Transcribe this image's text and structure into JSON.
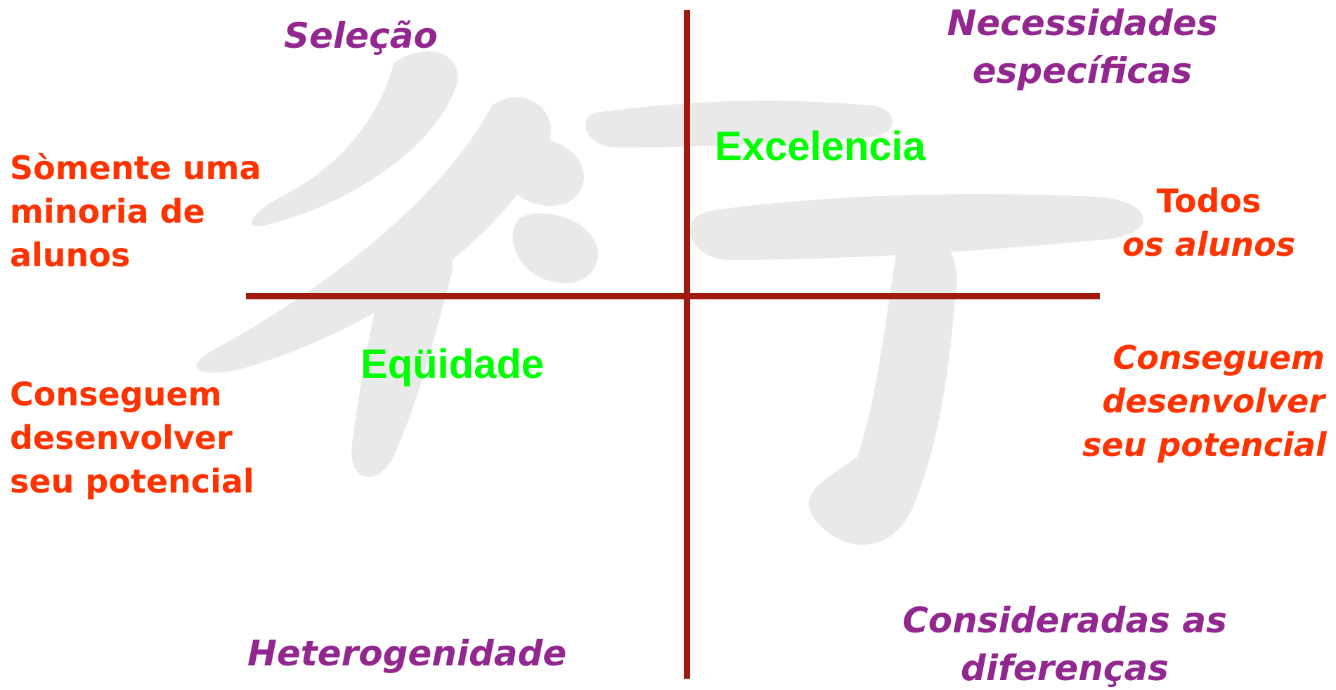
{
  "quadrant": {
    "top_left_label": "Seleção",
    "top_right_label": [
      "Necessidades",
      "específicas"
    ],
    "bottom_left_label": "Heterogenidade",
    "bottom_right_label": [
      "Consideradas as",
      "diferenças"
    ],
    "top_axis_label": "Excelencia",
    "left_axis_label": "Eqüidade",
    "left_top_text": [
      "Sòmente uma",
      "minoria de",
      "alunos"
    ],
    "left_bottom_text": [
      "Conseguem",
      "desenvolver",
      "seu potencial"
    ],
    "right_top_text": [
      "Todos",
      "os alunos"
    ],
    "right_bottom_text": [
      "Conseguem",
      "desenvolver",
      "seu potencial"
    ]
  },
  "colors": {
    "axis": "#a11a10",
    "purple_text": "#92278f",
    "orange_text": "#ff3300",
    "green_text": "#00ff00",
    "watermark": "#e8e8e8"
  }
}
